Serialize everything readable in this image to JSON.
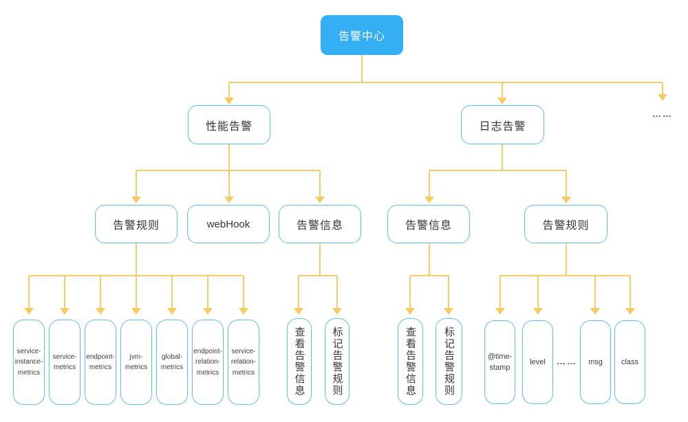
{
  "colors": {
    "accent_blue": "#35AFF4",
    "border_blue": "#5ABEF5",
    "line_yellow": "#F7CB63",
    "text_dark": "#333333"
  },
  "tree": {
    "root": {
      "label": "告警中心"
    },
    "branches": [
      {
        "label": "性能告警",
        "children": [
          {
            "label": "告警规则",
            "children": [
              {
                "label": "service-instance-metrics"
              },
              {
                "label": "service-metrics"
              },
              {
                "label": "endpoint-metrics"
              },
              {
                "label": "jvm-metrics"
              },
              {
                "label": "global-metrics"
              },
              {
                "label": "endpoint-relation-metrics"
              },
              {
                "label": "service-relation-metrics"
              }
            ]
          },
          {
            "label": "webHook",
            "children": []
          },
          {
            "label": "告警信息",
            "children": [
              {
                "label": "查看告警信息"
              },
              {
                "label": "标记告警规则"
              }
            ]
          }
        ]
      },
      {
        "label": "日志告警",
        "children": [
          {
            "label": "告警信息",
            "children": [
              {
                "label": "查看告警信息"
              },
              {
                "label": "标记告警规则"
              }
            ]
          },
          {
            "label": "告警规则",
            "children": [
              {
                "label": "@time-stamp"
              },
              {
                "label": "level"
              },
              {
                "label": "……"
              },
              {
                "label": "msg"
              },
              {
                "label": "class"
              }
            ]
          }
        ]
      },
      {
        "label": "……"
      }
    ]
  }
}
